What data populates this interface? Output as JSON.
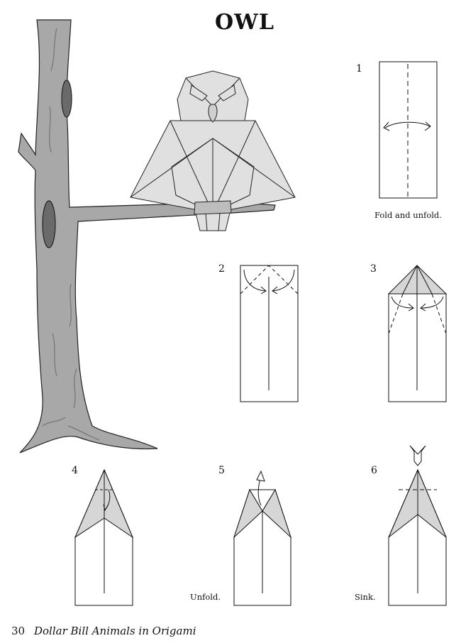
{
  "title": "OWL",
  "steps": [
    {
      "number": "1",
      "caption": "Fold and unfold."
    },
    {
      "number": "2",
      "caption": ""
    },
    {
      "number": "3",
      "caption": ""
    },
    {
      "number": "4",
      "caption": ""
    },
    {
      "number": "5",
      "caption": "Unfold."
    },
    {
      "number": "6",
      "caption": "Sink."
    }
  ],
  "footer": {
    "page_number": "30",
    "book_title": "Dollar Bill Animals in Origami"
  },
  "colors": {
    "tree": "#a8a8a8",
    "tree_dark": "#6a6a6a",
    "paper_shade": "#d6d6d6",
    "owl": "#e0e0e0",
    "line": "#111111"
  }
}
